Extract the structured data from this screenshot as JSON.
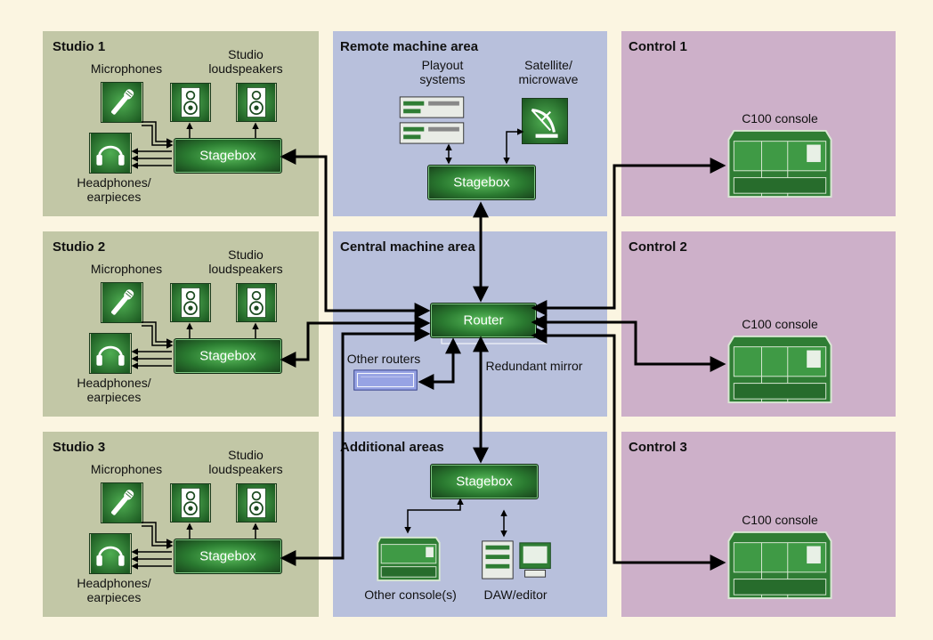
{
  "colors": {
    "page_bg": "#fbf5e1",
    "studio_bg": "#c2c7a6",
    "machine_bg": "#b8c0dc",
    "control_bg": "#cdb0c9",
    "device_green": "#2f7d34",
    "router_blue": "#97a3e4"
  },
  "studios": [
    {
      "title": "Studio 1",
      "microphones": "Microphones",
      "loudspeakers": "Studio loudspeakers",
      "stagebox": "Stagebox",
      "headphones": "Headphones/ earpieces"
    },
    {
      "title": "Studio 2",
      "microphones": "Microphones",
      "loudspeakers": "Studio loudspeakers",
      "stagebox": "Stagebox",
      "headphones": "Headphones/ earpieces"
    },
    {
      "title": "Studio 3",
      "microphones": "Microphones",
      "loudspeakers": "Studio loudspeakers",
      "stagebox": "Stagebox",
      "headphones": "Headphones/ earpieces"
    }
  ],
  "remote": {
    "title": "Remote machine area",
    "playout": "Playout systems",
    "satellite": "Satellite/ microwave",
    "stagebox": "Stagebox"
  },
  "central": {
    "title": "Central machine area",
    "router": "Router",
    "other_routers": "Other routers",
    "redundant": "Redundant mirror"
  },
  "additional": {
    "title": "Additional areas",
    "stagebox": "Stagebox",
    "other_consoles": "Other console(s)",
    "daw": "DAW/editor"
  },
  "controls": [
    {
      "title": "Control 1",
      "console": "C100 console"
    },
    {
      "title": "Control 2",
      "console": "C100 console"
    },
    {
      "title": "Control 3",
      "console": "C100 console"
    }
  ],
  "icons": {
    "microphone": "microphone-icon",
    "loudspeaker": "loudspeaker-icon",
    "headphones": "headphones-icon",
    "playout": "playout-rack-icon",
    "satellite": "satellite-dish-icon",
    "console": "mixing-console-icon",
    "daw": "daw-workstation-icon",
    "router_rack": "router-rack-icon"
  }
}
